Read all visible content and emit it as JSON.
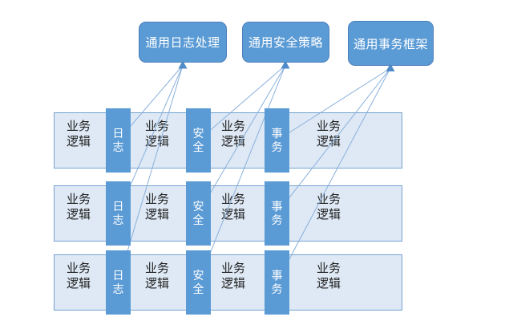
{
  "aspects": [
    {
      "id": "log",
      "label": "通用日志处理"
    },
    {
      "id": "security",
      "label": "通用安全策略"
    },
    {
      "id": "transaction",
      "label": "通用事务框架"
    }
  ],
  "pipelines": [
    {
      "segments": [
        {
          "kind": "business",
          "label": "业务逻辑"
        },
        {
          "kind": "aspect",
          "aspect": "log",
          "label": "日志"
        },
        {
          "kind": "business",
          "label": "业务逻辑"
        },
        {
          "kind": "aspect",
          "aspect": "security",
          "label": "安全"
        },
        {
          "kind": "business",
          "label": "业务逻辑"
        },
        {
          "kind": "aspect",
          "aspect": "transaction",
          "label": "事务"
        },
        {
          "kind": "business",
          "label": "业务逻辑"
        }
      ]
    },
    {
      "segments": [
        {
          "kind": "business",
          "label": "业务逻辑"
        },
        {
          "kind": "aspect",
          "aspect": "log",
          "label": "日志"
        },
        {
          "kind": "business",
          "label": "业务逻辑"
        },
        {
          "kind": "aspect",
          "aspect": "security",
          "label": "安全"
        },
        {
          "kind": "business",
          "label": "业务逻辑"
        },
        {
          "kind": "aspect",
          "aspect": "transaction",
          "label": "事务"
        },
        {
          "kind": "business",
          "label": "业务逻辑"
        }
      ]
    },
    {
      "segments": [
        {
          "kind": "business",
          "label": "业务逻辑"
        },
        {
          "kind": "aspect",
          "aspect": "log",
          "label": "日志"
        },
        {
          "kind": "business",
          "label": "业务逻辑"
        },
        {
          "kind": "aspect",
          "aspect": "security",
          "label": "安全"
        },
        {
          "kind": "business",
          "label": "业务逻辑"
        },
        {
          "kind": "aspect",
          "aspect": "transaction",
          "label": "事务"
        },
        {
          "kind": "business",
          "label": "业务逻辑"
        }
      ]
    }
  ],
  "connections": [
    {
      "aspect": "log",
      "pipeline": 1
    },
    {
      "aspect": "log",
      "pipeline": 2
    },
    {
      "aspect": "log",
      "pipeline": 3
    },
    {
      "aspect": "security",
      "pipeline": 1
    },
    {
      "aspect": "security",
      "pipeline": 2
    },
    {
      "aspect": "security",
      "pipeline": 3
    },
    {
      "aspect": "transaction",
      "pipeline": 1
    },
    {
      "aspect": "transaction",
      "pipeline": 2
    },
    {
      "aspect": "transaction",
      "pipeline": 3
    }
  ],
  "colors": {
    "node_fill": "#5B9BD5",
    "node_border": "#4A7EBB",
    "node_text": "#FFFFFF",
    "bar_fill": "#DEE9F5",
    "bar_border": "#74A2D0",
    "bar_text": "#1F1F1F",
    "connector": "#8AB0DC",
    "arrowhead": "#4E8BC8"
  }
}
